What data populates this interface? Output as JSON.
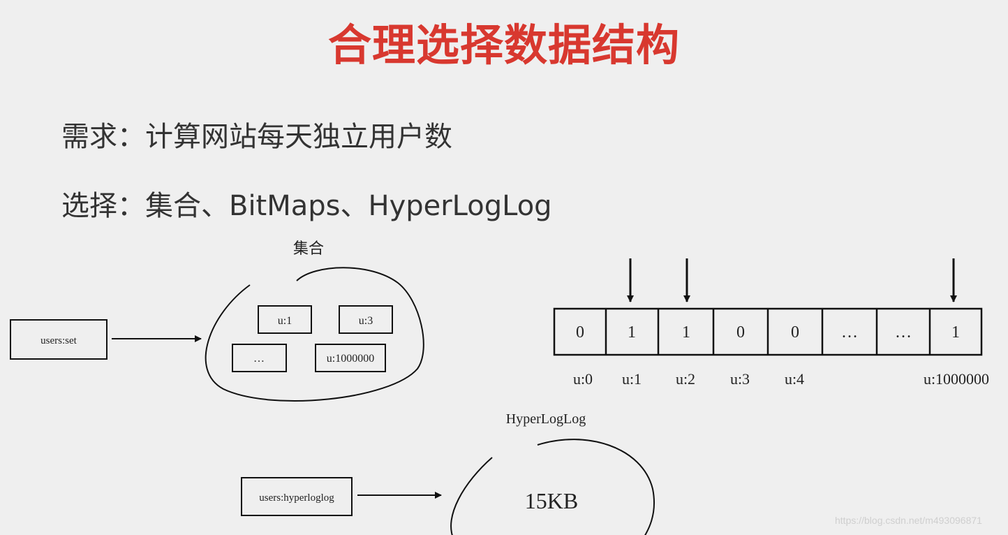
{
  "title": "合理选择数据结构",
  "requirement": "需求：计算网站每天独立用户数",
  "options": "选择：集合、BitMaps、HyperLogLog",
  "set_diagram": {
    "label": "集合",
    "key": "users:set",
    "members": [
      "u:1",
      "u:3",
      "…",
      "u:1000000"
    ]
  },
  "bitmap_diagram": {
    "bits": [
      "0",
      "1",
      "1",
      "0",
      "0",
      "…",
      "…",
      "1"
    ],
    "index_labels": [
      "u:0",
      "u:1",
      "u:2",
      "u:3",
      "u:4",
      "u:1000000"
    ]
  },
  "hll_diagram": {
    "label": "HyperLogLog",
    "key": "users:hyperloglog",
    "size": "15KB"
  },
  "watermark": "https://blog.csdn.net/m493096871"
}
